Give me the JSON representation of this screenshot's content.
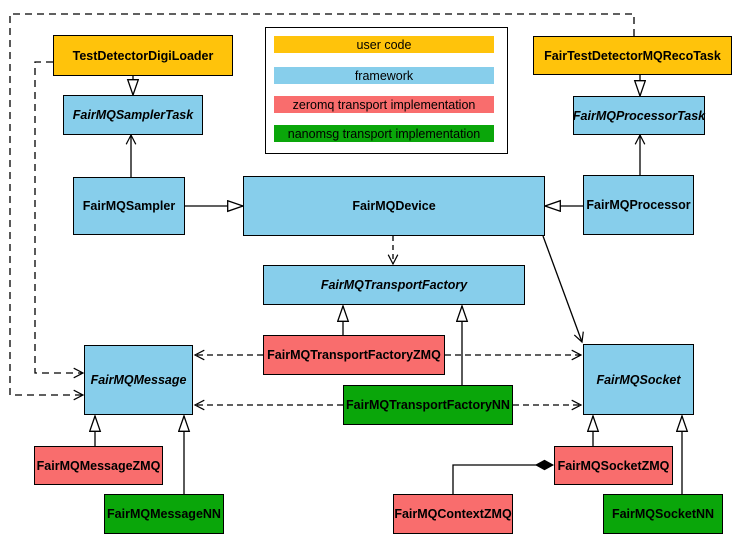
{
  "colors": {
    "user_code": "#FFC30B",
    "framework": "#87CEEB",
    "zeromq": "#F96D6D",
    "nanomsg": "#0AA60A",
    "line": "#000000",
    "background": "#FFFFFF"
  },
  "legend": {
    "items": [
      {
        "label": "user code",
        "color_key": "user_code"
      },
      {
        "label": "framework",
        "color_key": "framework"
      },
      {
        "label": "zeromq transport implementation",
        "color_key": "zeromq"
      },
      {
        "label": "nanomsg transport implementation",
        "color_key": "nanomsg"
      }
    ]
  },
  "nodes": {
    "digi_loader": {
      "label": "TestDetectorDigiLoader",
      "type": "user_code"
    },
    "reco_task": {
      "label": "FairTestDetectorMQRecoTask",
      "type": "user_code"
    },
    "sampler_task": {
      "label": "FairMQSamplerTask",
      "type": "framework",
      "abstract": true
    },
    "processor_task": {
      "label": "FairMQProcessorTask",
      "type": "framework",
      "abstract": true
    },
    "sampler": {
      "label": "FairMQSampler",
      "type": "framework"
    },
    "device": {
      "label": "FairMQDevice",
      "type": "framework"
    },
    "processor": {
      "label": "FairMQProcessor",
      "type": "framework"
    },
    "transport_factory": {
      "label": "FairMQTransportFactory",
      "type": "framework",
      "abstract": true
    },
    "factory_zmq": {
      "label": "FairMQTransportFactoryZMQ",
      "type": "zeromq"
    },
    "factory_nn": {
      "label": "FairMQTransportFactoryNN",
      "type": "nanomsg"
    },
    "message": {
      "label": "FairMQMessage",
      "type": "framework",
      "abstract": true
    },
    "socket": {
      "label": "FairMQSocket",
      "type": "framework",
      "abstract": true
    },
    "message_zmq": {
      "label": "FairMQMessageZMQ",
      "type": "zeromq"
    },
    "message_nn": {
      "label": "FairMQMessageNN",
      "type": "nanomsg"
    },
    "context_zmq": {
      "label": "FairMQContextZMQ",
      "type": "zeromq"
    },
    "socket_zmq": {
      "label": "FairMQSocketZMQ",
      "type": "zeromq"
    },
    "socket_nn": {
      "label": "FairMQSocketNN",
      "type": "nanomsg"
    }
  }
}
